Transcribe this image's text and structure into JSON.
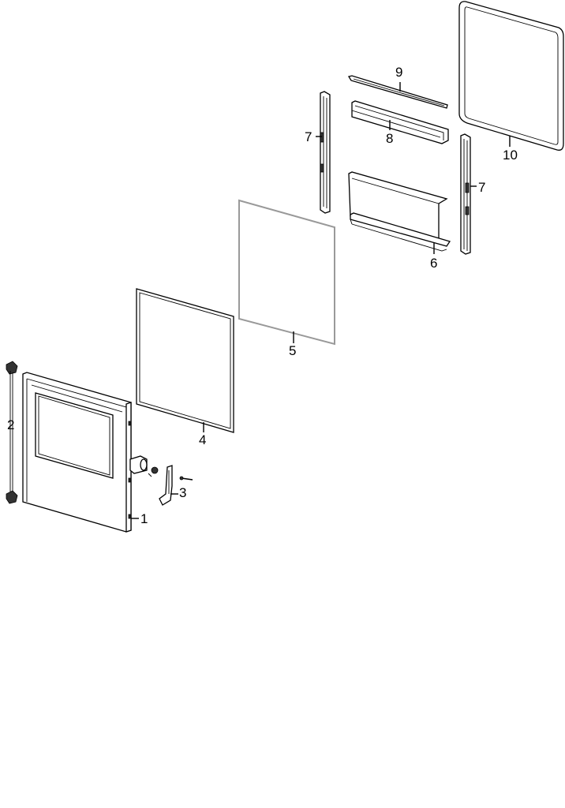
{
  "diagram": {
    "type": "exploded-parts-view",
    "parts": [
      {
        "id": "1",
        "label": "1",
        "name": "door-outer-panel"
      },
      {
        "id": "2",
        "label": "2",
        "name": "hinge-set"
      },
      {
        "id": "3",
        "label": "3",
        "name": "door-handle-bracket"
      },
      {
        "id": "4",
        "label": "4",
        "name": "door-gasket-frame"
      },
      {
        "id": "5",
        "label": "5",
        "name": "glass-panel"
      },
      {
        "id": "6",
        "label": "6",
        "name": "bottom-channel"
      },
      {
        "id": "7a",
        "label": "7",
        "name": "side-rail-left"
      },
      {
        "id": "7b",
        "label": "7",
        "name": "side-rail-right"
      },
      {
        "id": "8",
        "label": "8",
        "name": "top-channel"
      },
      {
        "id": "9",
        "label": "9",
        "name": "top-trim-strip"
      },
      {
        "id": "10",
        "label": "10",
        "name": "inner-door-frame"
      }
    ]
  }
}
